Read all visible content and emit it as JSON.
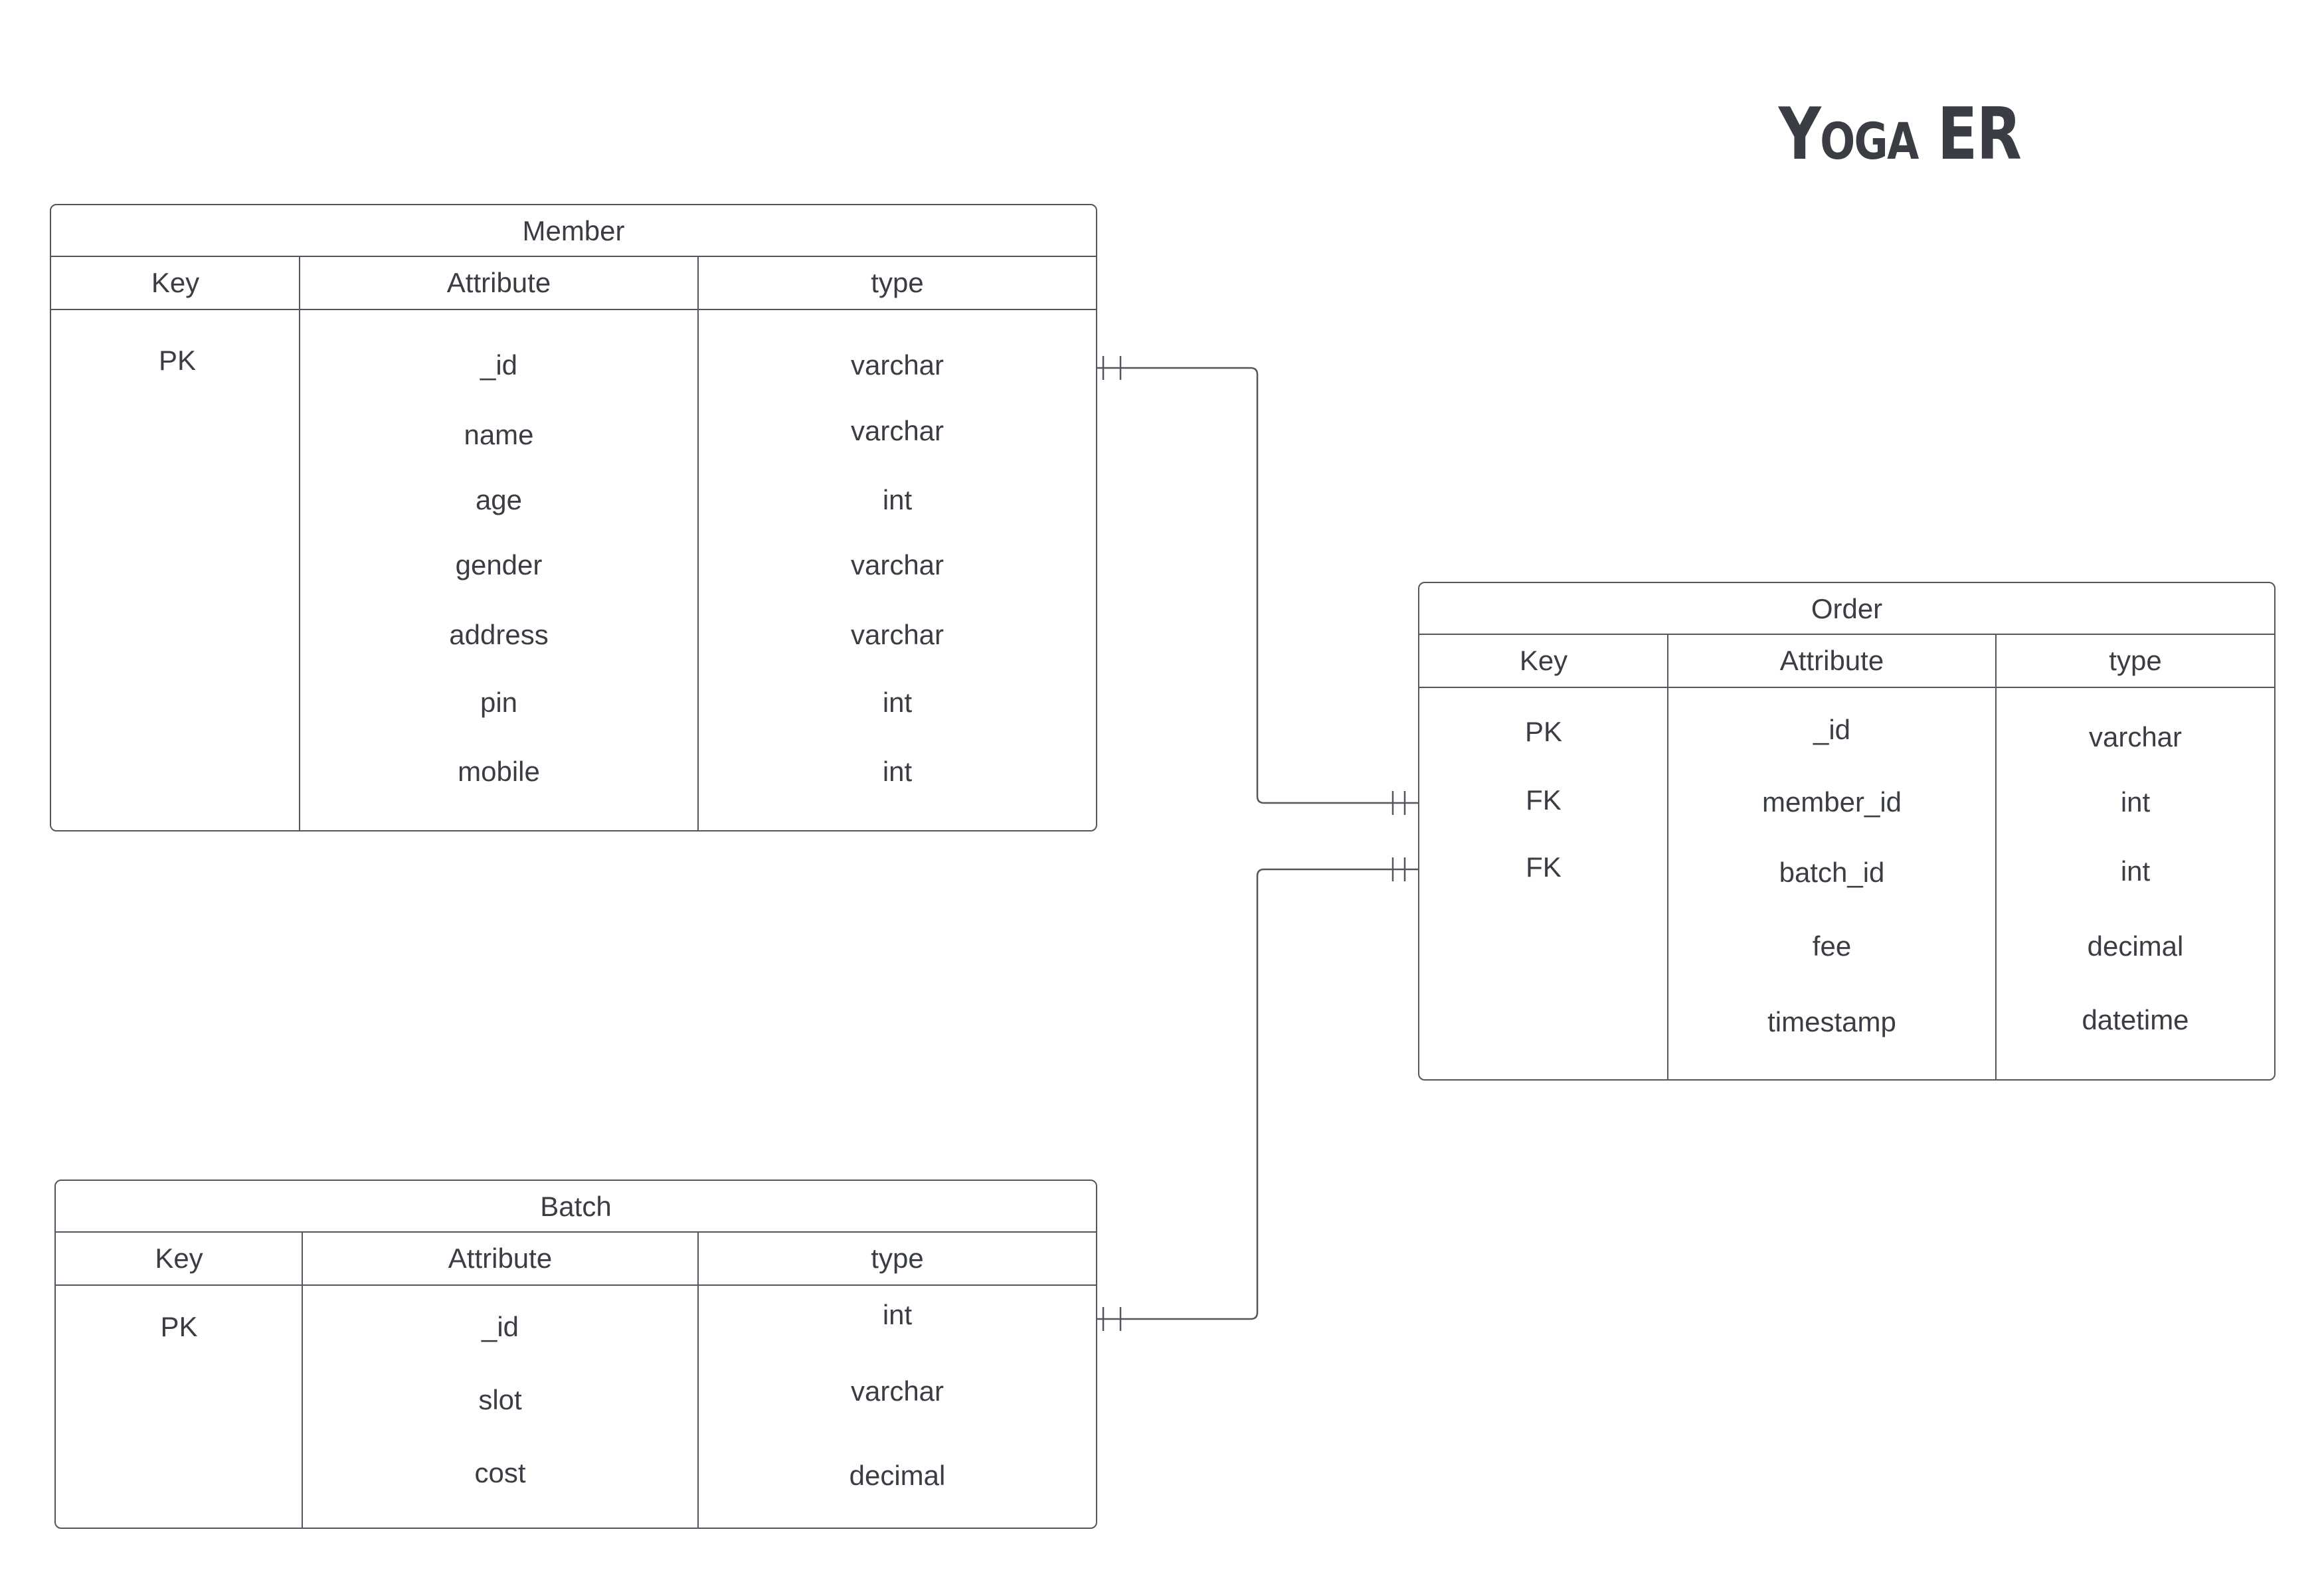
{
  "title": "Yoga ER",
  "entities": {
    "member": {
      "name": "Member",
      "headers": {
        "key": "Key",
        "attribute": "Attribute",
        "type": "type"
      },
      "keys": [
        "PK"
      ],
      "attributes": [
        "_id",
        "name",
        "age",
        "gender",
        "address",
        "pin",
        "mobile"
      ],
      "types": [
        "varchar",
        "varchar",
        "int",
        "varchar",
        "varchar",
        "int",
        "int"
      ]
    },
    "order": {
      "name": "Order",
      "headers": {
        "key": "Key",
        "attribute": "Attribute",
        "type": "type"
      },
      "keys": [
        "PK",
        "FK",
        "FK"
      ],
      "attributes": [
        "_id",
        "member_id",
        "batch_id",
        "fee",
        "timestamp"
      ],
      "types": [
        "varchar",
        "int",
        "int",
        "decimal",
        "datetime"
      ]
    },
    "batch": {
      "name": "Batch",
      "headers": {
        "key": "Key",
        "attribute": "Attribute",
        "type": "type"
      },
      "keys": [
        "PK"
      ],
      "attributes": [
        "_id",
        "slot",
        "cost"
      ],
      "types": [
        "int",
        "varchar",
        "decimal"
      ]
    }
  },
  "relationships": [
    {
      "from": "Member._id",
      "to": "Order.member_id",
      "cardinality": "one-and-only-one to one-and-only-one"
    },
    {
      "from": "Batch._id",
      "to": "Order.batch_id",
      "cardinality": "one-and-only-one to one-and-only-one"
    }
  ]
}
